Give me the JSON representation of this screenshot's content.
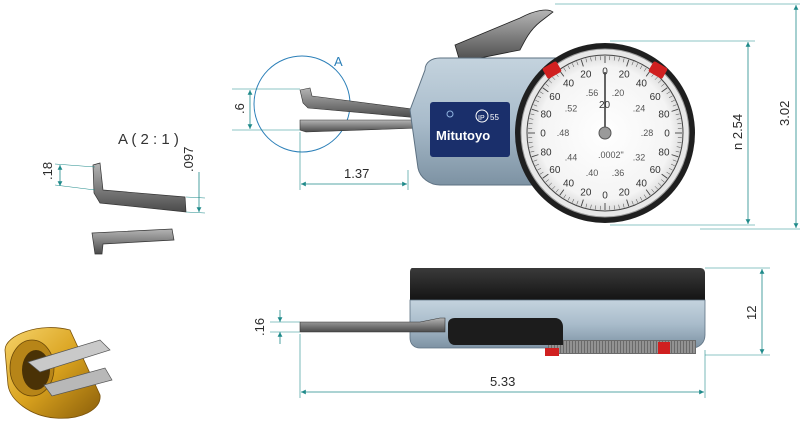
{
  "detail": {
    "callout_letter": "A",
    "title": "A ( 2 : 1 )",
    "dim_tip_thickness": ".18",
    "dim_tip_height": ".097"
  },
  "front_view": {
    "dim_jaw_opening": ".6",
    "dim_jaw_length": "1.37",
    "dim_dial_diameter": "n 2.54",
    "dim_overall_height": "3.02",
    "brand": "Mitutoyo",
    "ip_rating_prefix": "IP",
    "ip_rating_value": "55",
    "dial_unit": ".0002\"",
    "dial_outer_labels": [
      "0",
      "20",
      "40",
      "60",
      "80",
      "0",
      "80",
      "60",
      "40",
      "20",
      "0",
      "20",
      "40",
      "60",
      "80",
      "0",
      "80",
      "60",
      "40",
      "20"
    ],
    "dial_inner_labels": [
      ".20",
      ".24",
      ".28",
      ".32",
      ".36",
      ".40",
      ".44",
      ".48",
      ".52",
      ".56"
    ],
    "dial_center_top": "20"
  },
  "side_view": {
    "dim_jaw_thickness": ".16",
    "dim_body_thickness": "12",
    "dim_overall_length": "5.33"
  },
  "colors": {
    "body_light": "#a9bccb",
    "body_dark": "#6f8597",
    "label_blue": "#1a2f6b",
    "stop_red": "#d02020",
    "dim_teal": "#1f8a8a",
    "gold": "#d9a21e"
  }
}
